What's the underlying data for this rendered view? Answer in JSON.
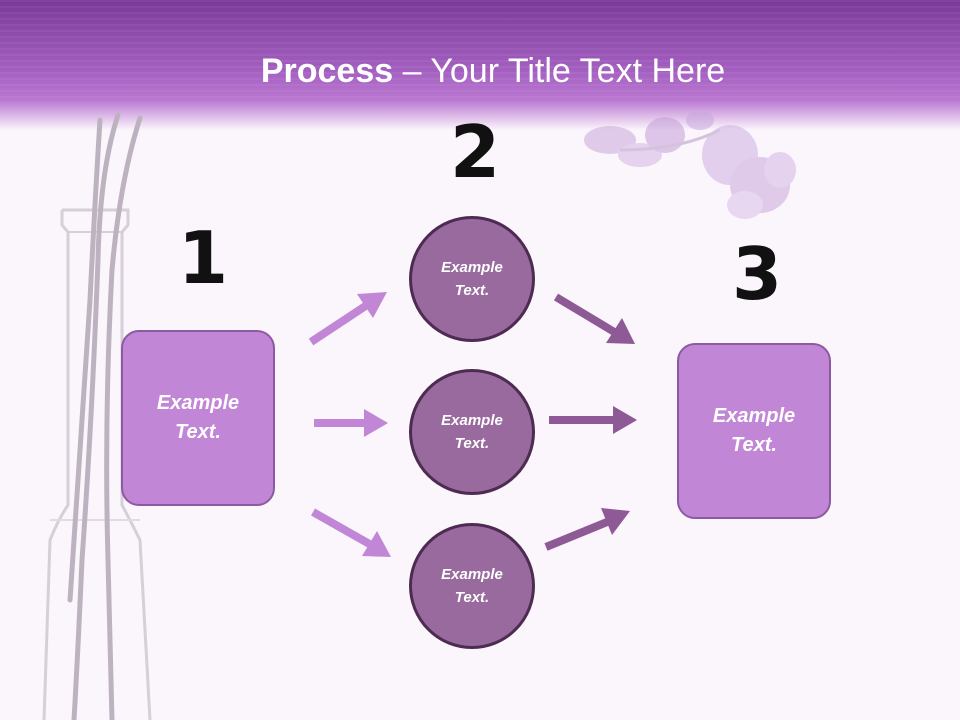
{
  "title": {
    "bold": "Process",
    "rest": " – Your Title Text Here"
  },
  "steps": [
    {
      "number": "1",
      "box_text": "Example Text."
    },
    {
      "number": "2",
      "circles": [
        "Example Text.",
        "Example Text.",
        "Example Text."
      ]
    },
    {
      "number": "3",
      "box_text": "Example Text."
    }
  ],
  "colors": {
    "header": "#a35fc0",
    "box_fill": "#c186d6",
    "circle_fill": "#986a9e",
    "arrow_light": "#c186d6",
    "arrow_dark": "#8e5a96"
  }
}
